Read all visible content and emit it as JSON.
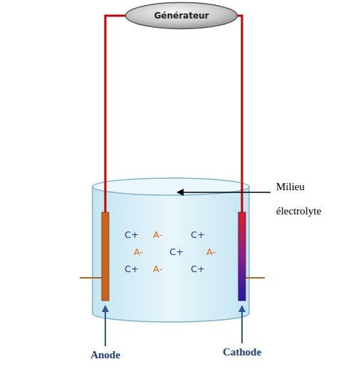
{
  "diagram": {
    "nodes": [
      {
        "text": [
          "Générateur"
        ]
      }
    ],
    "labels": [
      "C+",
      "A-",
      "C+",
      "A-",
      "C+",
      "A-",
      "C+",
      "A-",
      "C+",
      "Milieu électrolyte",
      "Anode",
      "Cathode"
    ]
  }
}
